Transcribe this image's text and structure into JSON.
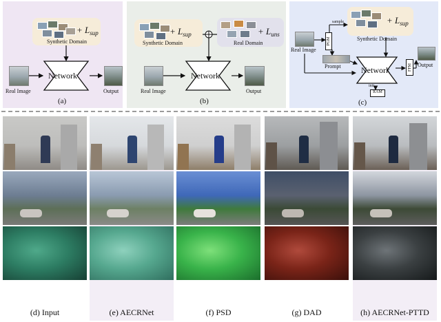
{
  "panels": {
    "a": {
      "caption": "(a)",
      "formula_main": "+ L",
      "formula_sub": "sup",
      "synthetic_label": "Synthetic Domain",
      "network_label": "Network",
      "input_label": "Real Image",
      "output_label": "Output"
    },
    "b": {
      "caption": "(b)",
      "formula_main": "+ L",
      "formula_sub": "sup",
      "formula2_main": "+ L",
      "formula2_sub": "uns",
      "synthetic_label": "Synthetic Domain",
      "real_domain_label": "Real Domain",
      "network_label": "Network",
      "input_label": "Real Image",
      "output_label": "Output"
    },
    "c": {
      "caption": "(c)",
      "formula_main": "+ L",
      "formula_sub": "sup",
      "synthetic_label": "Synthetic Domain",
      "network_label": "Network",
      "input_label": "Real Image",
      "output_label": "Output",
      "sample_label": "sample",
      "prompt_label": "Prompt",
      "pgm_label": "PGM",
      "ffm_label": "FFM",
      "ram_label": "RAM",
      "init_label": "init"
    }
  },
  "columns": [
    {
      "label": "(d) Input"
    },
    {
      "label": "(e) AECRNet"
    },
    {
      "label": "(f) PSD"
    },
    {
      "label": "(g) DAD"
    },
    {
      "label": "(h) AECRNet-PTTD"
    }
  ],
  "colors": {
    "panel_a_bg": "#efe6f3",
    "panel_b_bg": "#eaeee9",
    "panel_c_bg": "#e3e9f8",
    "synthetic_box": "#f6ecd9",
    "real_domain_box": "#e2e1ec",
    "column_highlight": "#f3eef6"
  }
}
